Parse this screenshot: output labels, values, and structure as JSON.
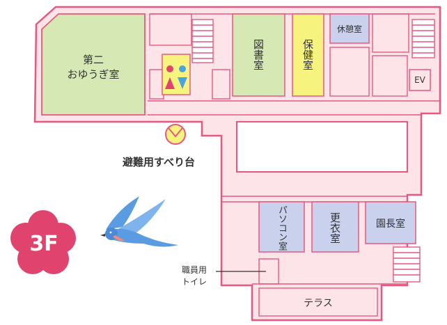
{
  "floor_badge": "3F",
  "rooms": {
    "playroom_line1": "第二",
    "playroom_line2": "おゆうぎ室",
    "library": "図書室",
    "health_room": "保健室",
    "rest_room": "休憩室",
    "ev": "EV",
    "pc_room": "パソコン室",
    "changing_room": "更衣室",
    "principal_room": "園長室",
    "terrace": "テラス"
  },
  "labels": {
    "slide": "避難用すべり台",
    "staff_toilet_line1": "職員用",
    "staff_toilet_line2": "トイレ"
  },
  "colors": {
    "wall": "#e8577f",
    "floor": "#fde4e9",
    "green_room": "#d6e8b4",
    "yellow_room": "#f6f37f",
    "blue_room": "#c9d1ec",
    "badge": "#e0436e",
    "bird": "#5b9be2"
  }
}
